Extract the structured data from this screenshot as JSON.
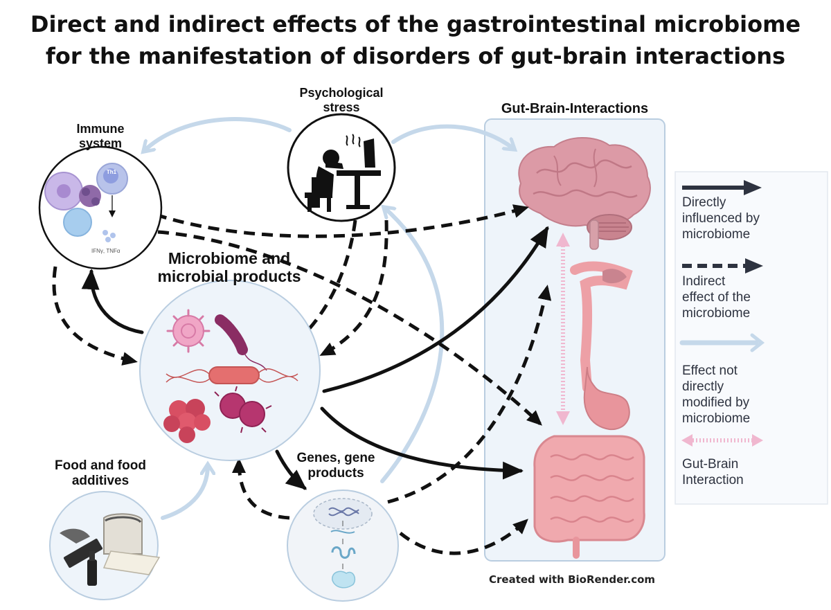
{
  "title": {
    "line1": "Direct and indirect effects of the gastrointestinal microbiome",
    "line2": "for the manifestation of disorders of gut-brain interactions"
  },
  "nodes": {
    "stress": {
      "line1": "Psychological",
      "line2": "stress"
    },
    "immune": {
      "line1": "Immune",
      "line2": "system",
      "cell_label": "Th1",
      "cytokines": "IFNγ, TNFα"
    },
    "microbiome": {
      "line1": "Microbiome and",
      "line2": "microbial products"
    },
    "food": {
      "line1": "Food and food",
      "line2": "additives"
    },
    "genes": {
      "line1": "Genes, gene",
      "line2": "products"
    },
    "gut_brain": {
      "label": "Gut-Brain-Interactions"
    }
  },
  "legend": [
    {
      "style": "solid-dark",
      "color": "#2e3340",
      "lines": [
        "Directly",
        "influenced by",
        "microbiome"
      ]
    },
    {
      "style": "dashed-dark",
      "color": "#2e3340",
      "lines": [
        "Indirect",
        "effect of the",
        "microbiome"
      ]
    },
    {
      "style": "solid-light",
      "color": "#c5d8ea",
      "lines": [
        "Effect not",
        "directly",
        "modified by",
        "microbiome"
      ]
    },
    {
      "style": "dotted-pink",
      "color": "#f0b7cf",
      "lines": [
        "Gut-Brain",
        "Interaction"
      ]
    }
  ],
  "credit": "Created with BioRender.com",
  "colors": {
    "arrow_dark": "#111111",
    "arrow_light": "#c5d8ea",
    "panel_fill": "#eef4fa",
    "panel_border": "#b9cde0",
    "brain": "#d9949f",
    "gut": "#eda0a6"
  }
}
